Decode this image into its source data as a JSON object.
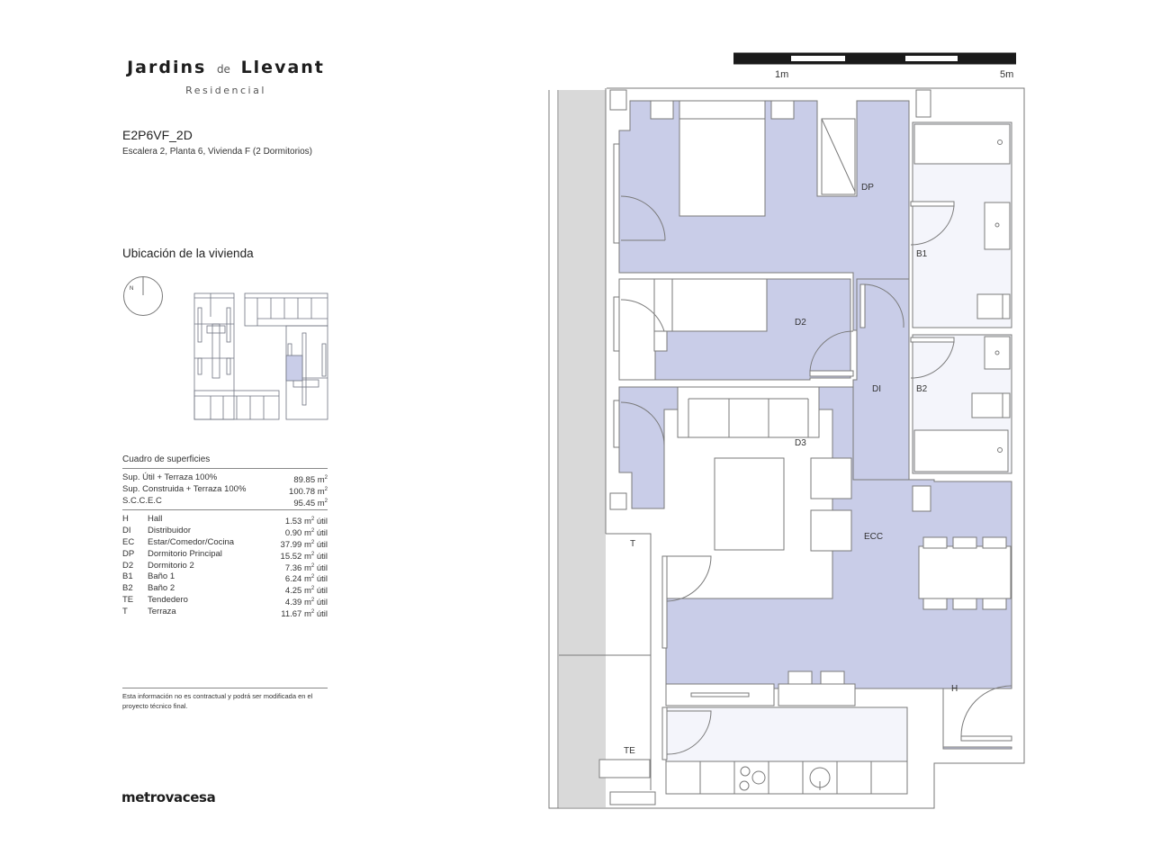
{
  "brand": {
    "name_part1": "Jardins",
    "name_connector": "de",
    "name_part2": "Llevant",
    "subtitle": "Residencial"
  },
  "unit": {
    "code": "E2P6VF_2D",
    "description": "Escalera 2, Planta 6, Vivienda F (2 Dormitorios)"
  },
  "location": {
    "title": "Ubicación de la vivienda",
    "compass_label": "N",
    "highlight_color": "#C9CDE8"
  },
  "surfaces": {
    "title": "Cuadro de superficies",
    "totals": [
      {
        "label": "Sup. Útil + Terraza 100%",
        "value": "89.85 m",
        "unit_sup": "2"
      },
      {
        "label": "Sup. Construida + Terraza 100%",
        "value": "100.78 m",
        "unit_sup": "2"
      },
      {
        "label": "S.C.C.E.C",
        "value": "95.45 m",
        "unit_sup": "2"
      }
    ],
    "rooms": [
      {
        "abbr": "H",
        "name": "Hall",
        "value": "1.53 m",
        "suffix": " útil"
      },
      {
        "abbr": "DI",
        "name": "Distribuidor",
        "value": "0.90 m",
        "suffix": " útil"
      },
      {
        "abbr": "EC",
        "name": "Estar/Comedor/Cocina",
        "value": "37.99 m",
        "suffix": " útil"
      },
      {
        "abbr": "DP",
        "name": "Dormitorio Principal",
        "value": "15.52 m",
        "suffix": " útil"
      },
      {
        "abbr": "D2",
        "name": "Dormitorio 2",
        "value": "7.36 m",
        "suffix": " útil"
      },
      {
        "abbr": "B1",
        "name": "Baño 1",
        "value": "6.24 m",
        "suffix": " útil"
      },
      {
        "abbr": "B2",
        "name": "Baño 2",
        "value": "4.25 m",
        "suffix": " útil"
      },
      {
        "abbr": "TE",
        "name": "Tendedero",
        "value": "4.39 m",
        "suffix": " útil"
      },
      {
        "abbr": "T",
        "name": "Terraza",
        "value": "11.67 m",
        "suffix": " útil"
      }
    ]
  },
  "disclaimer": "Esta información no es contractual y podrá ser modificada en el proyecto técnico final.",
  "developer_logo": "metrovacesa",
  "scale": {
    "label_start": "1m",
    "label_end": "5m"
  },
  "plan": {
    "colors": {
      "room_fill": "#C9CDE8",
      "terrace_fill": "#D9D9D9",
      "bath_fill": "#F4F5FB",
      "line": "#7A7A7A"
    },
    "labels": {
      "DP": "DP",
      "B1": "B1",
      "D2": "D2",
      "DI": "DI",
      "B2": "B2",
      "D3": "D3",
      "T": "T",
      "ECC": "ECC",
      "H": "H",
      "TE": "TE"
    }
  }
}
